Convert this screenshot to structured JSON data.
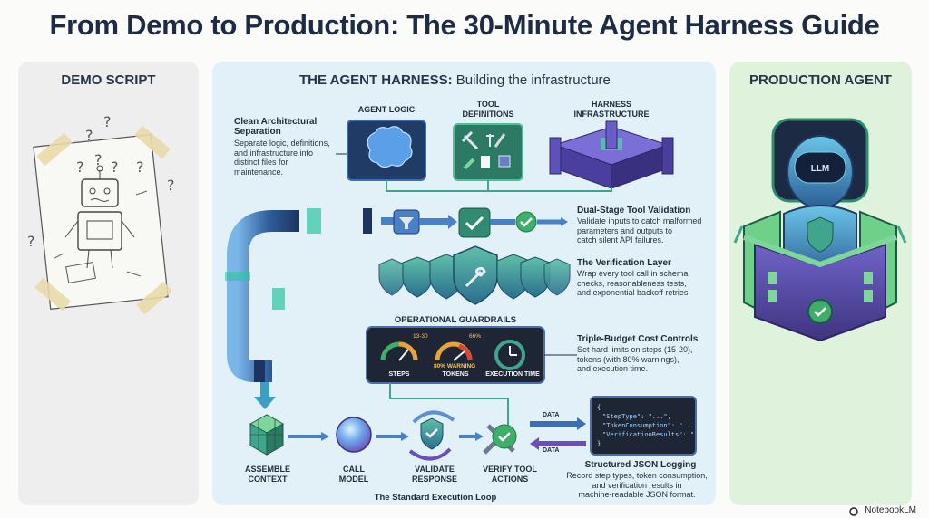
{
  "title": "From Demo to Production: The 30-Minute Agent Harness Guide",
  "panels": {
    "left": {
      "heading": "DEMO SCRIPT"
    },
    "middle": {
      "heading_bold": "THE AGENT HARNESS:",
      "heading_light": " Building the infrastructure"
    },
    "right": {
      "heading": "PRODUCTION AGENT",
      "badge": "LLM"
    }
  },
  "components": {
    "agent_logic": "AGENT LOGIC",
    "tool_definitions": [
      "TOOL",
      "DEFINITIONS"
    ],
    "harness_infrastructure": [
      "HARNESS",
      "INFRASTRUCTURE"
    ]
  },
  "descriptions": {
    "separation": {
      "title": [
        "Clean Architectural",
        "Separation"
      ],
      "body": [
        "Separate logic, definitions,",
        "and infrastructure into",
        "distinct files for",
        "maintenance."
      ]
    },
    "validation": {
      "title": "Dual-Stage Tool Validation",
      "body": [
        "Validate inputs to catch malformed",
        "parameters and outputs to",
        "catch silent API failures."
      ]
    },
    "verification": {
      "title": "The Verification Layer",
      "body": [
        "Wrap every tool call in schema",
        "checks, reasonableness tests,",
        "and exponential backoff retries."
      ]
    },
    "budget": {
      "title": "Triple-Budget Cost Controls",
      "body": [
        "Set hard limits on steps (15-20),",
        "tokens (with 80% warnings),",
        "and execution time."
      ]
    },
    "logging": {
      "title": "Structured JSON Logging",
      "body": [
        "Record step types, token consumption,",
        "and verification results in",
        "machine-readable JSON format."
      ]
    }
  },
  "guardrails": {
    "heading": "OPERATIONAL GUARDRAILS",
    "steps_label": "STEPS",
    "steps_range": "13-30",
    "tokens_label": "TOKENS",
    "tokens_pct": "66%",
    "tokens_warning": "80% WARNING",
    "time_label": "EXECUTION TIME"
  },
  "loop": {
    "caption": "The Standard Execution Loop",
    "steps": [
      [
        "ASSEMBLE",
        "CONTEXT"
      ],
      [
        "CALL",
        "MODEL"
      ],
      [
        "VALIDATE",
        "RESPONSE"
      ],
      [
        "VERIFY TOOL",
        "ACTIONS"
      ]
    ],
    "data_label": "DATA"
  },
  "json_log": {
    "open": "{",
    "lines": [
      "\"StepType\": \"...\",",
      "\"TokenConsumption\": \"...\",",
      "\"VerificationResults\": \"...\""
    ],
    "close": "}"
  },
  "branding": "NotebookLM",
  "colors": {
    "navy": "#1d2b45",
    "teal": "#3fa58c",
    "green": "#3a9e5e",
    "purple": "#5b4fa8",
    "blue": "#3b6fb4"
  }
}
